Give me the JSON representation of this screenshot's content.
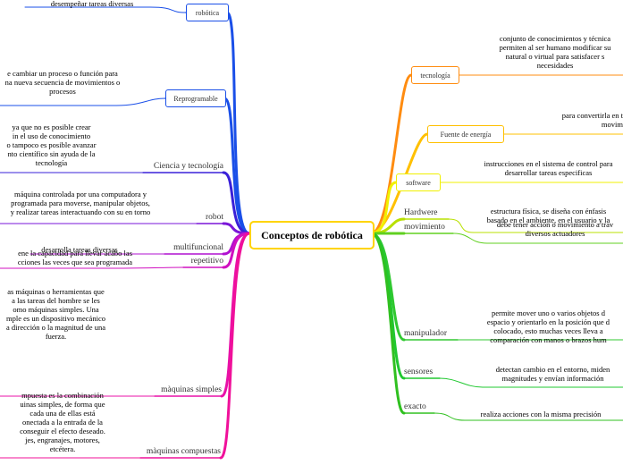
{
  "center": "Conceptos de robótica",
  "left": [
    {
      "id": "robotica",
      "label": "robótica",
      "color": "#1a4fe8",
      "desc": [
        "desempeñar tareas diversas"
      ]
    },
    {
      "id": "reprogramable",
      "label": "Reprogramable",
      "color": "#1a4fe8",
      "desc": [
        "e cambiar un proceso o función para",
        "na nueva secuencia de movimientos o",
        "procesos"
      ]
    },
    {
      "id": "ciencia",
      "label": "Ciencia y tecnología",
      "color": "#3a20d8",
      "desc": [
        "ya que no es posible crear",
        "in el uso de conocimiento",
        "o tampoco es posible avanzar",
        "nto científico sin ayuda de la",
        "tecnología"
      ]
    },
    {
      "id": "robot",
      "label": "robot",
      "color": "#7a16d8",
      "desc": [
        "máquina controlada por una computadora y",
        "programada para moverse, manipular objetos,",
        "y realizar tareas interactuando con su en torno"
      ]
    },
    {
      "id": "multifuncional",
      "label": "multifuncional",
      "color": "#b010d0",
      "desc": [
        "desarrolla tareas diversas"
      ]
    },
    {
      "id": "repetitivo",
      "label": "repetitivo",
      "color": "#d010c0",
      "desc": [
        "ene la capacidad para llevar acabo las",
        "cciones las veces que sea programada"
      ]
    },
    {
      "id": "simples",
      "label": "màquinas simples",
      "color": "#e810a8",
      "desc": [
        "as máquinas o herramientas que",
        "a las tareas del hombre se les",
        "omo máquinas simples. Una",
        "mple es un dispositivo mecánico",
        "a dirección o la magnitud de una",
        "fuerza."
      ]
    },
    {
      "id": "compuestas",
      "label": "màquinas compuestas",
      "color": "#f0109a",
      "desc": [
        "mpuesta es la combinación",
        "uinas simples, de forma que",
        "cada una de ellas está",
        "onectada a la entrada de la",
        "conseguir el efecto deseado.",
        "jes, engranajes,  motores,",
        "etcétera."
      ]
    }
  ],
  "right": [
    {
      "id": "tecnologia",
      "label": "tecnología",
      "color": "#ff8c10",
      "desc": [
        "conjunto de conocimientos y técnica",
        "permiten al ser humano modificar su",
        "natural o virtual para satisfacer s",
        "necesidades"
      ]
    },
    {
      "id": "fuente",
      "label": "Fuente de energía",
      "color": "#ffc000",
      "desc": [
        "para convertirla en t",
        "movim"
      ]
    },
    {
      "id": "software",
      "label": "software",
      "color": "#f0f000",
      "desc": [
        "instrucciones en el sistema de control para",
        "desarrollar tareas especificas"
      ]
    },
    {
      "id": "hardware",
      "label": "Hardwere",
      "color": "#b8e000",
      "desc": [
        "estructura física, se diseña con énfasis",
        "basado en el ambiente, en el usuario y la"
      ]
    },
    {
      "id": "movimiento",
      "label": "movimiento",
      "color": "#60d020",
      "desc": [
        "debe tener acción o movimiento a trav",
        "diversos actuadores"
      ]
    },
    {
      "id": "manipulador",
      "label": "manipulador",
      "color": "#30c830",
      "desc": [
        "permite mover uno o varios objetos d",
        "espacio  y orientarlo en la posición que d",
        "colocado, esto muchas veces lleva a",
        "comparación con manos o brazos hum"
      ]
    },
    {
      "id": "sensores",
      "label": "sensores",
      "color": "#20c830",
      "desc": [
        "detectan cambio en el entorno, miden",
        "magnitudes y envían información"
      ]
    },
    {
      "id": "exacto",
      "label": "exacto",
      "color": "#30c020",
      "desc": [
        "realiza acciones con la misma precisión"
      ]
    }
  ]
}
